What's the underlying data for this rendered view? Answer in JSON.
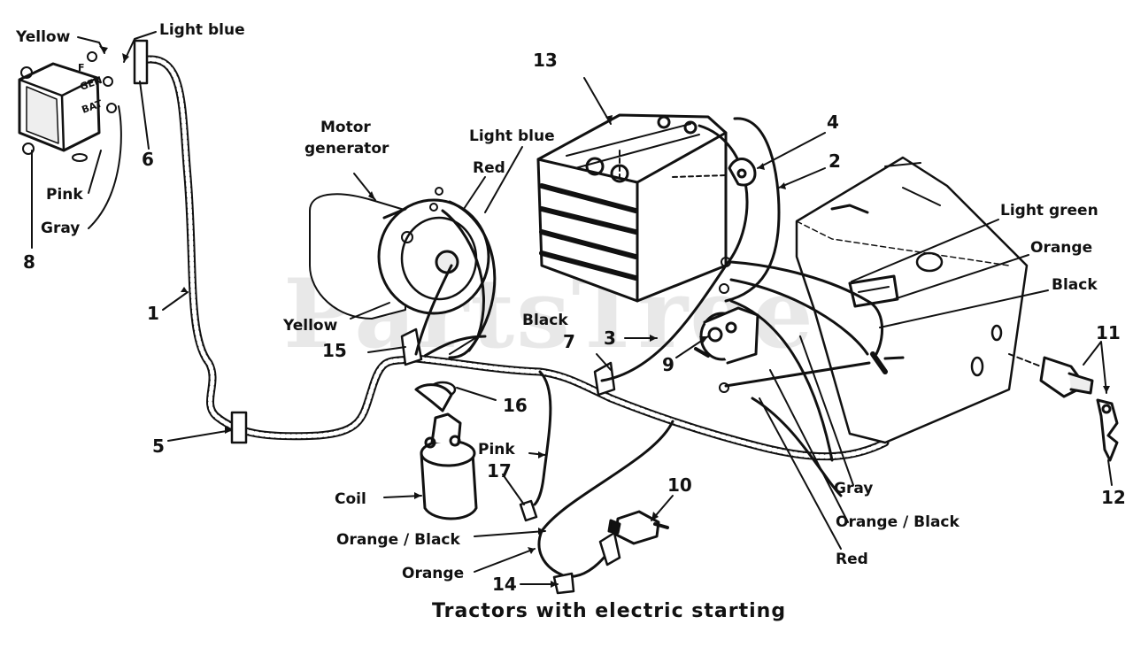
{
  "watermark": "PartsTree",
  "watermark_tm": "TM",
  "caption": "Tractors with electric starting",
  "labels": {
    "yellow_top": "Yellow",
    "light_blue_top": "Light blue",
    "pink_left": "Pink",
    "gray_left": "Gray",
    "motor_generator_1": "Motor",
    "motor_generator_2": "generator",
    "light_blue_mid": "Light blue",
    "red_mid": "Red",
    "yellow_mid": "Yellow",
    "black_mid": "Black",
    "light_green": "Light green",
    "orange_right": "Orange",
    "black_right": "Black",
    "pink_low": "Pink",
    "coil": "Coil",
    "orange_black_low": "Orange / Black",
    "orange_low": "Orange",
    "gray_right": "Gray",
    "orange_black_right": "Orange / Black",
    "red_right": "Red",
    "regulator_f": "F",
    "regulator_gen": "GEN",
    "regulator_bat": "BAT"
  },
  "callouts": {
    "n1": "1",
    "n2": "2",
    "n3": "3",
    "n4": "4",
    "n5": "5",
    "n6": "6",
    "n7": "7",
    "n8": "8",
    "n9": "9",
    "n10": "10",
    "n11": "11",
    "n12": "12",
    "n13": "13",
    "n14": "14",
    "n15": "15",
    "n16": "16",
    "n17": "17"
  }
}
